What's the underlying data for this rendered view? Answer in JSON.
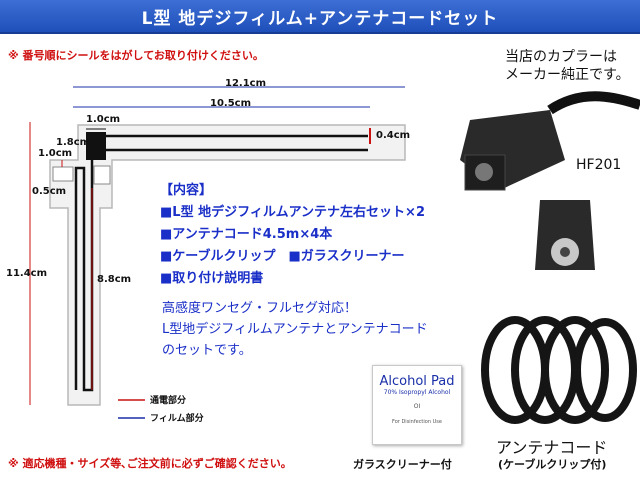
{
  "banner": {
    "title": "L型 地デジフィルム+アンテナコードセット"
  },
  "notes": {
    "top": "※ 番号順にシールをはがしてお取り付けください。",
    "bottom": "※ 適応機種・サイズ等､ご注文前に必ずご確認ください。"
  },
  "dimensions": {
    "total_width": "12.1cm",
    "inner_width": "10.5cm",
    "tab_width": "1.0cm",
    "tab_height": "1.8cm",
    "small_width": "1.0cm",
    "small_gap": "0.5cm",
    "top_height": "0.4cm",
    "total_height": "11.4cm",
    "inner_height": "8.8cm"
  },
  "legend": {
    "conductive": "通電部分",
    "film": "フィルム部分",
    "conductive_color": "#cc1111",
    "film_color": "#1a2fa8"
  },
  "contents": {
    "heading": "【内容】",
    "items": [
      "■L型 地デジフィルムアンテナ左右セット×2",
      "■アンテナコード4.5m×4本",
      "■ケーブルクリップ　■ガラスクリーナー",
      "■取り付け説明書"
    ]
  },
  "description": {
    "line1": "高感度ワンセグ・フルセグ対応！",
    "line2": "L型地デジフィルムアンテナとアンテナコード",
    "line3": "のセットです。"
  },
  "connector": {
    "note_line1": "当店のカプラーは",
    "note_line2": "メーカー純正です。",
    "model": "HF201"
  },
  "pad": {
    "title": "Alcohol Pad",
    "sub": "70% Isopropyl Alcohol",
    "small": "OI",
    "use": "For Disinfection Use",
    "caption": "ガラスクリーナー付"
  },
  "cord": {
    "caption": "アンテナコード",
    "sub": "(ケーブルクリップ付)"
  }
}
